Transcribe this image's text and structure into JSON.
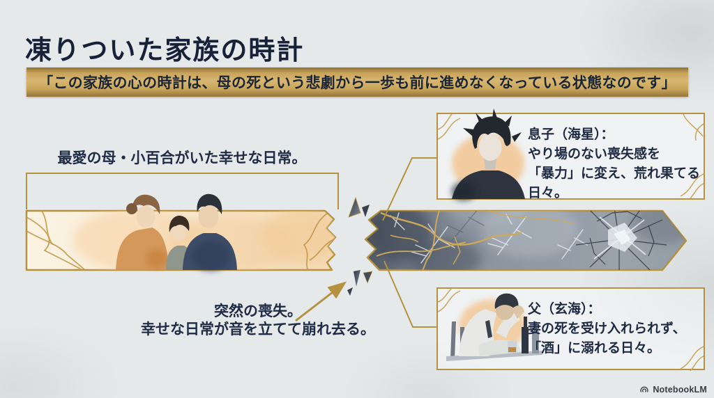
{
  "page": {
    "title": "凍りついた家族の時計",
    "quote_banner": "「この家族の心の時計は、母の死という悲劇から一歩も前に進めなくなっている状態なのです」",
    "timeline": {
      "happy_label": "最愛の母・小百合がいた幸せな日常。",
      "loss_caption": [
        "突然の喪失。",
        "幸せな日常が音を立てて崩れ去る。"
      ]
    },
    "son_box": {
      "heading": "息子（海星）：",
      "lines": [
        "やり場のない喪失感を",
        "「暴力」に変え、荒れ果てる",
        "日々。"
      ]
    },
    "father_box": {
      "heading": "父（玄海）：",
      "lines": [
        "妻の死を受け入れられず、",
        "「酒」に溺れる日々。"
      ]
    },
    "footer": {
      "brand": "NotebookLM"
    },
    "colors": {
      "gold": "#b5923f",
      "gold_light": "#c9a458",
      "banner_gold": "#c9a55c",
      "navy_text": "#1e2a42",
      "background": "#e6e9ea",
      "band_warm": "#f8ecd6",
      "band_cold": "#8b939e"
    },
    "icons": {
      "footer_logo": "notebooklm-swirl-icon",
      "arrow": "gold-arrow-icon"
    }
  }
}
